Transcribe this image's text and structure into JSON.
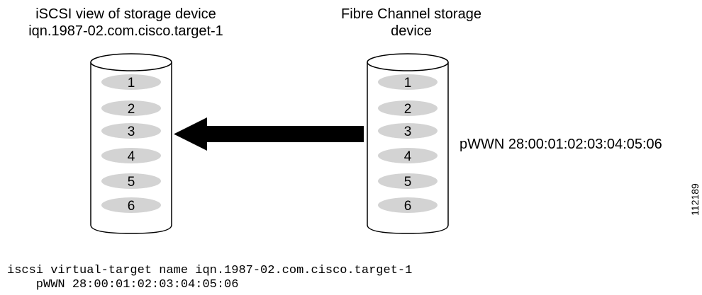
{
  "left_device": {
    "title_line1": "iSCSI view of storage device",
    "title_line2": "iqn.1987-02.com.cisco.target-1",
    "luns": [
      "1",
      "2",
      "3",
      "4",
      "5",
      "6"
    ]
  },
  "right_device": {
    "title_line1": "Fibre Channel storage",
    "title_line2": "device",
    "luns": [
      "1",
      "2",
      "3",
      "4",
      "5",
      "6"
    ],
    "pwwn_label": "pWWN 28:00:01:02:03:04:05:06"
  },
  "figure_id": "112189",
  "config": {
    "line1": "iscsi virtual-target name iqn.1987-02.com.cisco.target-1",
    "line2": "    pWWN 28:00:01:02:03:04:05:06"
  },
  "colors": {
    "lun_fill": "#d3d3d3",
    "arrow": "#000000",
    "outline": "#000000"
  }
}
